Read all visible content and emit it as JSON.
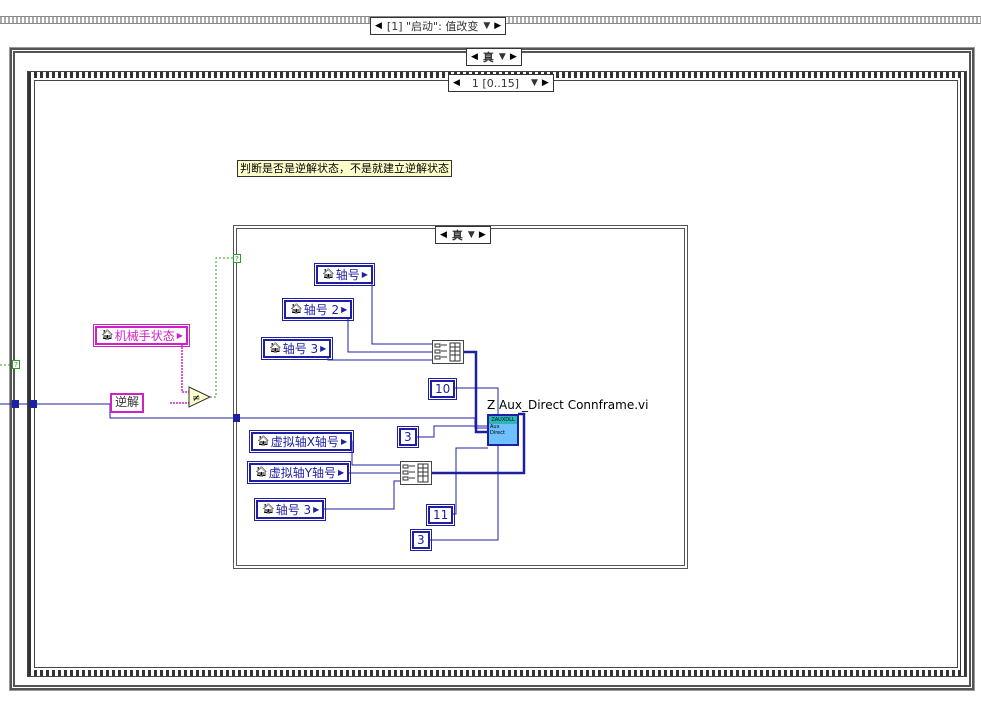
{
  "event_structure": {
    "selector_label": "[1] \"启动\": 值改变"
  },
  "outer_case": {
    "selector_label": "真"
  },
  "sequence": {
    "selector_label": "1 [0..15]"
  },
  "inner_case": {
    "selector_label": "真"
  },
  "comment": {
    "text": "判断是否是逆解状态，不是就建立逆解状态"
  },
  "controls": {
    "robot_state": "机械手状态",
    "axis": "轴号",
    "axis2": "轴号 2",
    "axis3": "轴号 3",
    "virtual_x": "虚拟轴X轴号",
    "virtual_y": "虚拟轴Y轴号",
    "axis3_b": "轴号 3"
  },
  "constants": {
    "inverse": "逆解",
    "c10": "10",
    "c3_top": "3",
    "c11": "11",
    "c3_bottom": "3"
  },
  "subvi": {
    "label": "Z Aux_Direct Connframe.vi",
    "icon_text_1": "ZAUXDLL",
    "icon_text_2": "Aux",
    "icon_text_3": "Direct"
  },
  "colors": {
    "wire_blue": "#1f1fa3",
    "wire_pink": "#d020c8",
    "wire_green": "#2aa02a",
    "comment_bg": "#ffffcc"
  }
}
